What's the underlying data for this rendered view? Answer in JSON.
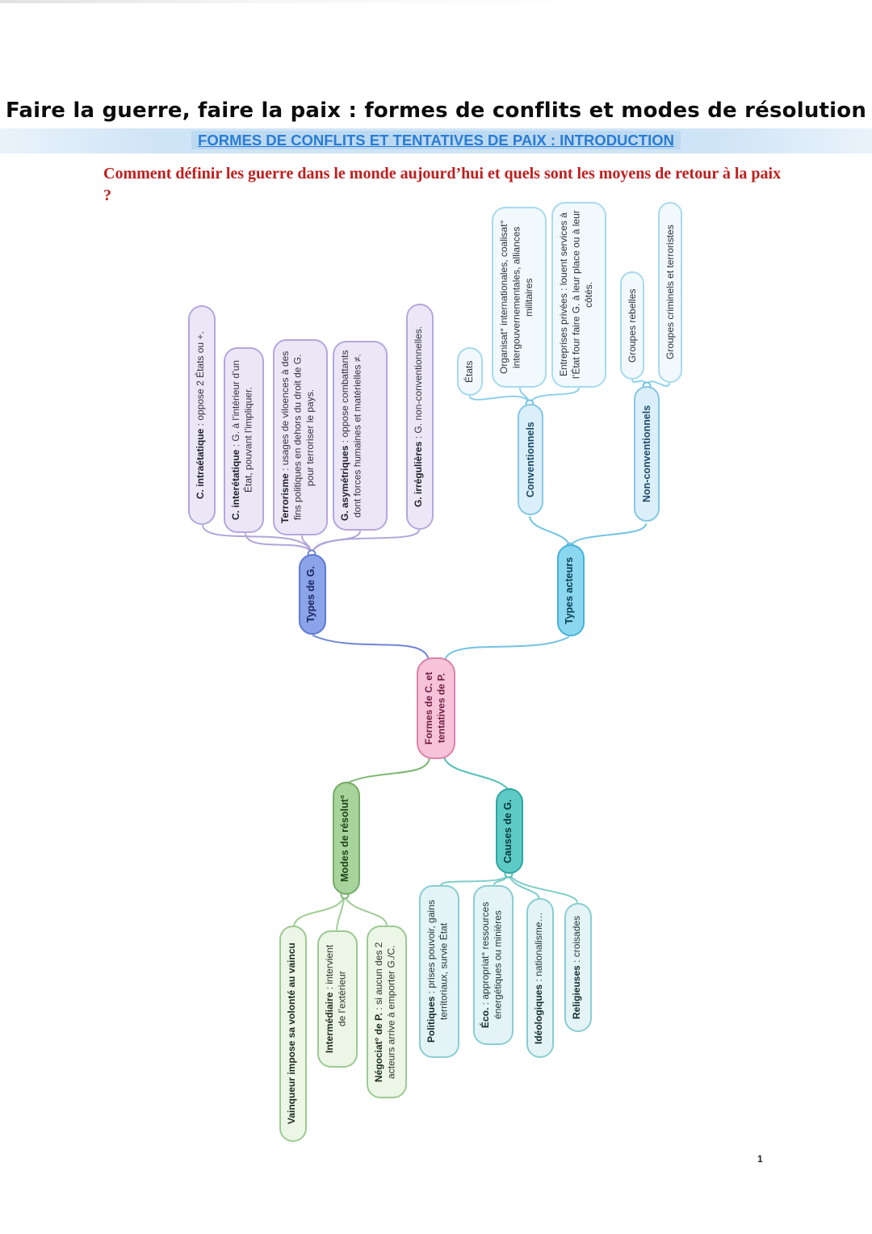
{
  "header": {
    "title": "Faire la guerre, faire la paix : formes de conflits et modes de résolution",
    "subtitle": "FORMES DE CONFLITS ET TENTATIVES DE PAIX : INTRODUCTION",
    "question": "Comment définir les guerre dans le monde aujourd’hui et quels sont les moyens de retour à la paix ?"
  },
  "mindmap": {
    "center": {
      "label": "Formes de C. et tentatives de P."
    },
    "types_g": {
      "label": "Types de G.",
      "leaves": [
        {
          "b": "C. intraétatique",
          "t": " : oppose 2 États ou +."
        },
        {
          "b": "C. interétatique",
          "t": " : G. à l’intérieur d’un État, pouvant l’impliquer."
        },
        {
          "b": "Terrorisme",
          "t": " : usages de viloences à des fins politiques en dehors du droit de G. pour terroriser le pays."
        },
        {
          "b": "G. asymétriques",
          "t": " : oppose combattants dont forces humaines et matérielles ≠."
        },
        {
          "b": "G. irrégulières",
          "t": " : G. non-conventionnelles."
        }
      ]
    },
    "acteurs": {
      "label": "Types acteurs",
      "conventionnels": {
        "label": "Conventionnels",
        "leaves": [
          {
            "b": "",
            "t": "États"
          },
          {
            "b": "",
            "t": "Organisat° internationales, coalisat° intergouvernementales, alliances militaires"
          },
          {
            "b": "",
            "t": "Entreprises privées : louent services à l’État four faire G. à leur place ou à leur côtés."
          }
        ]
      },
      "non_conventionnels": {
        "label": "Non-conventionnels",
        "leaves": [
          {
            "b": "",
            "t": "Groupes rebelles"
          },
          {
            "b": "",
            "t": "Groupes criminels et terroristes"
          }
        ]
      }
    },
    "modes": {
      "label": "Modes de résolut°",
      "leaves": [
        {
          "b": "Vainqueur impose sa volonté au vaincu",
          "t": ""
        },
        {
          "b": "Intermédiaire",
          "t": " : intervient de l’extérieur"
        },
        {
          "b": "Négociat° de P.",
          "t": " : si aucun des 2 acteurs arrive à emporter G./C."
        }
      ]
    },
    "causes": {
      "label": "Causes de G.",
      "leaves": [
        {
          "b": "Politiques",
          "t": " : prises pouvoir, gains territoriaux, survie État"
        },
        {
          "b": "Éco.",
          "t": " : appropriat° ressources énergétiques ou minières"
        },
        {
          "b": "Idéologiques",
          "t": " : nationalisme…"
        },
        {
          "b": "Religieuses",
          "t": " : croisades"
        }
      ]
    }
  },
  "footer": {
    "page_number": "1"
  },
  "colors": {
    "subtitle_blue": "#2a7cd4",
    "subtitle_band": "#cfe4f6",
    "question_red": "#c01e1e",
    "center_pink_fill": "#f6c3d8",
    "center_pink_border": "#dc81aa",
    "types_g_fill": "#8ba3e8",
    "types_g_leaf_fill": "#ece7f7",
    "types_g_leaf_border": "#b5a7dd",
    "acteurs_fill": "#8ad7ef",
    "acteurs_sub_fill": "#dbeffa",
    "acteurs_leaf_fill": "#f1f9fd",
    "modes_fill": "#a6d49b",
    "modes_leaf_fill": "#ebf6e7",
    "causes_fill": "#5ecac6",
    "causes_leaf_fill": "#e4f4f6"
  }
}
